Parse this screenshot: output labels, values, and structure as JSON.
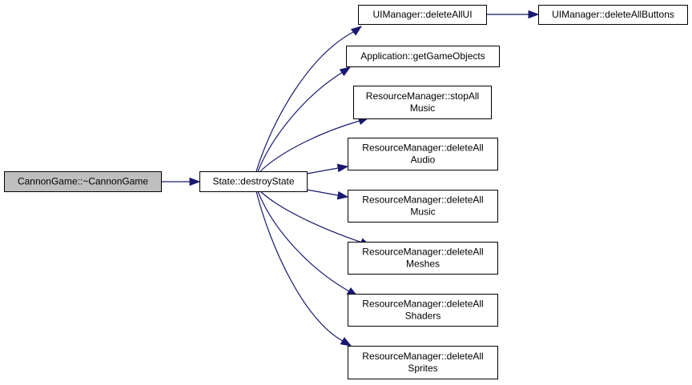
{
  "colors": {
    "edge": "#191970",
    "root_fill": "#bfbfbf",
    "node_fill": "#ffffff",
    "node_border": "#000000"
  },
  "nodes": [
    {
      "id": "cannongame_dtor",
      "lines": [
        "CannonGame::~CannonGame"
      ],
      "root": true
    },
    {
      "id": "state_destroystate",
      "lines": [
        "State::destroyState"
      ]
    },
    {
      "id": "uimanager_deleteallui",
      "lines": [
        "UIManager::deleteAllUI"
      ]
    },
    {
      "id": "uimanager_deleteallbuttons",
      "lines": [
        "UIManager::deleteAllButtons"
      ]
    },
    {
      "id": "application_getgameobjects",
      "lines": [
        "Application::getGameObjects"
      ]
    },
    {
      "id": "resourcemanager_stopallmusic",
      "lines": [
        "ResourceManager::stopAll",
        "Music"
      ]
    },
    {
      "id": "resourcemanager_deleteallaudio",
      "lines": [
        "ResourceManager::deleteAll",
        "Audio"
      ]
    },
    {
      "id": "resourcemanager_deleteallmusic",
      "lines": [
        "ResourceManager::deleteAll",
        "Music"
      ]
    },
    {
      "id": "resourcemanager_deleteallmeshes",
      "lines": [
        "ResourceManager::deleteAll",
        "Meshes"
      ]
    },
    {
      "id": "resourcemanager_deleteallshaders",
      "lines": [
        "ResourceManager::deleteAll",
        "Shaders"
      ]
    },
    {
      "id": "resourcemanager_deleteallsprites",
      "lines": [
        "ResourceManager::deleteAll",
        "Sprites"
      ]
    }
  ],
  "edges": [
    {
      "from": "cannongame_dtor",
      "to": "state_destroystate"
    },
    {
      "from": "state_destroystate",
      "to": "uimanager_deleteallui"
    },
    {
      "from": "uimanager_deleteallui",
      "to": "uimanager_deleteallbuttons"
    },
    {
      "from": "state_destroystate",
      "to": "application_getgameobjects"
    },
    {
      "from": "state_destroystate",
      "to": "resourcemanager_stopallmusic"
    },
    {
      "from": "state_destroystate",
      "to": "resourcemanager_deleteallaudio"
    },
    {
      "from": "state_destroystate",
      "to": "resourcemanager_deleteallmusic"
    },
    {
      "from": "state_destroystate",
      "to": "resourcemanager_deleteallmeshes"
    },
    {
      "from": "state_destroystate",
      "to": "resourcemanager_deleteallshaders"
    },
    {
      "from": "state_destroystate",
      "to": "resourcemanager_deleteallsprites"
    }
  ]
}
